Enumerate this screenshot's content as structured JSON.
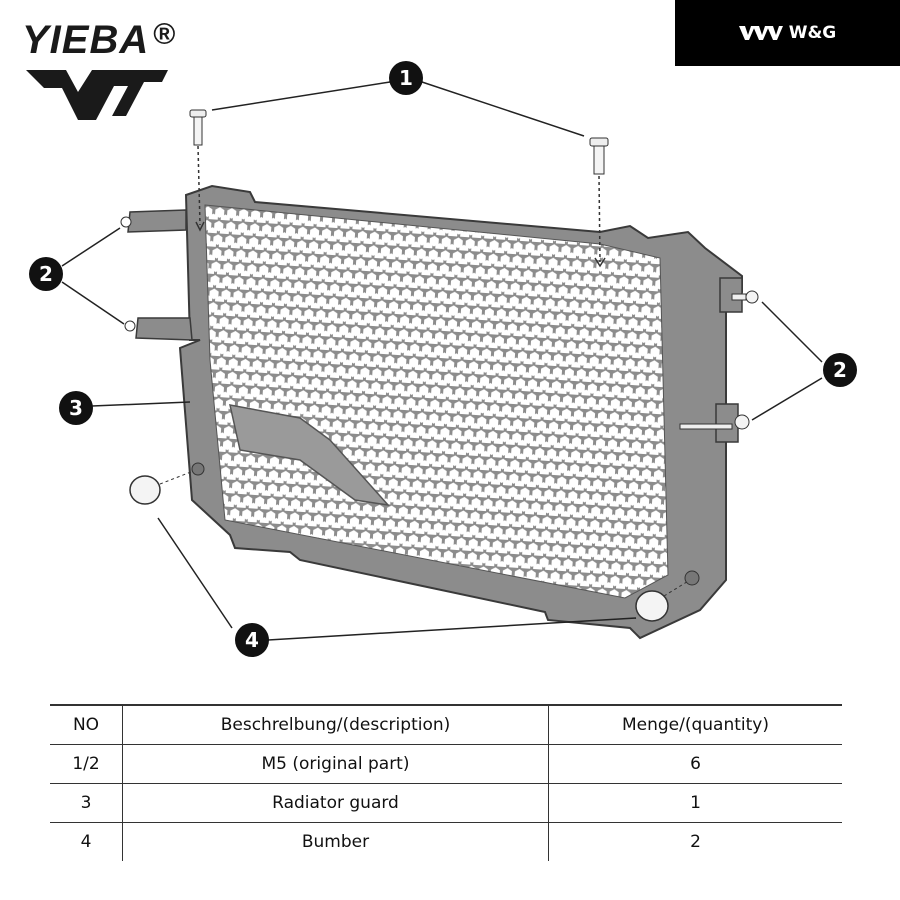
{
  "brand": {
    "name": "YIEBA",
    "registered": "®"
  },
  "badge": {
    "label": "W&G"
  },
  "callouts": [
    "1",
    "2",
    "2",
    "3",
    "4"
  ],
  "table": {
    "headers": [
      "NO",
      "Beschrelbung/(description)",
      "Menge/(quantity)"
    ],
    "rows": [
      {
        "no": "1/2",
        "description": "M5 (original part)",
        "quantity": "6"
      },
      {
        "no": "3",
        "description": "Radiator guard",
        "quantity": "1"
      },
      {
        "no": "4",
        "description": "Bumber",
        "quantity": "2"
      }
    ]
  },
  "colors": {
    "guard": "#8c8c8c",
    "text": "#111111",
    "badge_bg": "#000000"
  }
}
